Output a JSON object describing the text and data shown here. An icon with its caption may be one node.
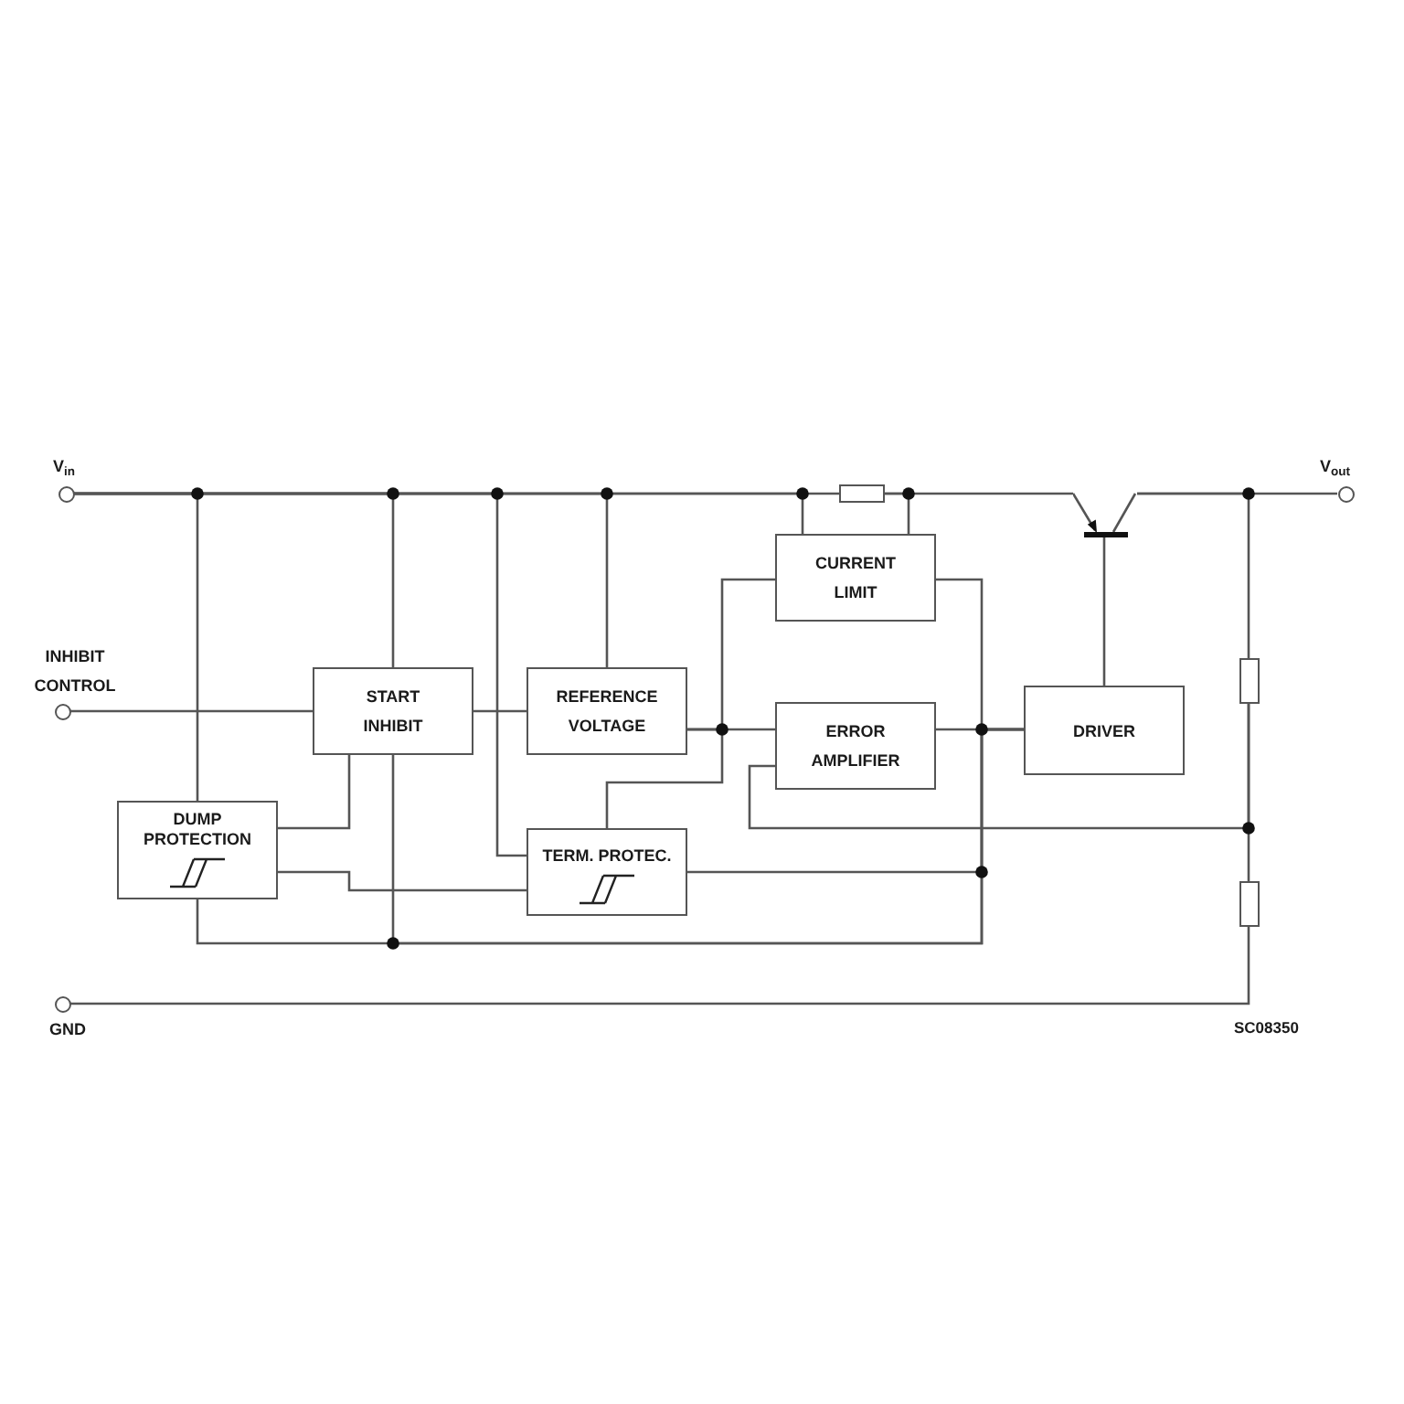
{
  "diagram": {
    "nodes": [
      {
        "text": [],
        "shape": "circle",
        "beside": [
          "V$_{in}$"
        ]
      },
      {
        "text": [],
        "shape": "circle",
        "beside": [
          "INHIBIT CONTROL"
        ]
      },
      {
        "text": [],
        "shape": "circle",
        "beside": [
          "GND"
        ]
      },
      {
        "text": [],
        "shape": "circle",
        "beside": [
          "V$_{out}$"
        ]
      },
      {
        "text": [
          "START INHIBIT"
        ]
      },
      {
        "text": [
          "REFERENCE VOLTAGE"
        ]
      },
      {
        "text": [
          "CURRENT LIMIT"
        ]
      },
      {
        "text": [
          "ERROR AMPLIFIER"
        ]
      },
      {
        "text": [
          "DRIVER"
        ]
      },
      {
        "text": [
          "DUMP PROTECTION"
        ]
      },
      {
        "text": [
          "TERM. PROTEC."
        ]
      },
      {
        "text": [],
        "shape": "resistor"
      },
      {
        "text": [],
        "shape": "transistor"
      },
      {
        "text": [],
        "shape": "resistor"
      },
      {
        "text": [],
        "shape": "resistor"
      }
    ],
    "edges": [
      {
        "from": 0,
        "to": 9,
        "arrow": "none"
      },
      {
        "from": 0,
        "to": 4,
        "arrow": "none"
      },
      {
        "from": 0,
        "to": 10,
        "arrow": "none"
      },
      {
        "from": 0,
        "to": 5,
        "arrow": "none"
      },
      {
        "from": 0,
        "to": 6,
        "arrow": "none"
      },
      {
        "from": 0,
        "to": 11,
        "arrow": "none"
      },
      {
        "from": 11,
        "to": 6,
        "arrow": "none"
      },
      {
        "from": 11,
        "to": 12,
        "arrow": "none"
      },
      {
        "from": 1,
        "to": 4,
        "arrow": "none"
      },
      {
        "from": 4,
        "to": 5,
        "arrow": "none"
      },
      {
        "from": 5,
        "to": 7,
        "arrow": "none"
      },
      {
        "from": 5,
        "to": 6,
        "arrow": "none"
      },
      {
        "from": 5,
        "to": 10,
        "arrow": "none"
      },
      {
        "from": 7,
        "to": 8,
        "arrow": "none"
      },
      {
        "from": 6,
        "to": 8,
        "arrow": "none"
      },
      {
        "from": 10,
        "to": 8,
        "arrow": "none"
      },
      {
        "from": 9,
        "to": 8,
        "arrow": "none"
      },
      {
        "from": 4,
        "to": 8,
        "arrow": "none"
      },
      {
        "from": 9,
        "to": 4,
        "arrow": "none"
      },
      {
        "from": 9,
        "to": 10,
        "arrow": "none"
      },
      {
        "from": 8,
        "to": 12,
        "arrow": "none"
      },
      {
        "from": 12,
        "to": 3,
        "arrow": "none"
      },
      {
        "from": 12,
        "to": 13,
        "arrow": "none"
      },
      {
        "from": 13,
        "to": 14,
        "arrow": "none"
      },
      {
        "from": 13,
        "to": 7,
        "arrow": "none"
      },
      {
        "from": 14,
        "to": 2,
        "arrow": "none"
      }
    ],
    "labels": [
      "SC08350"
    ]
  }
}
